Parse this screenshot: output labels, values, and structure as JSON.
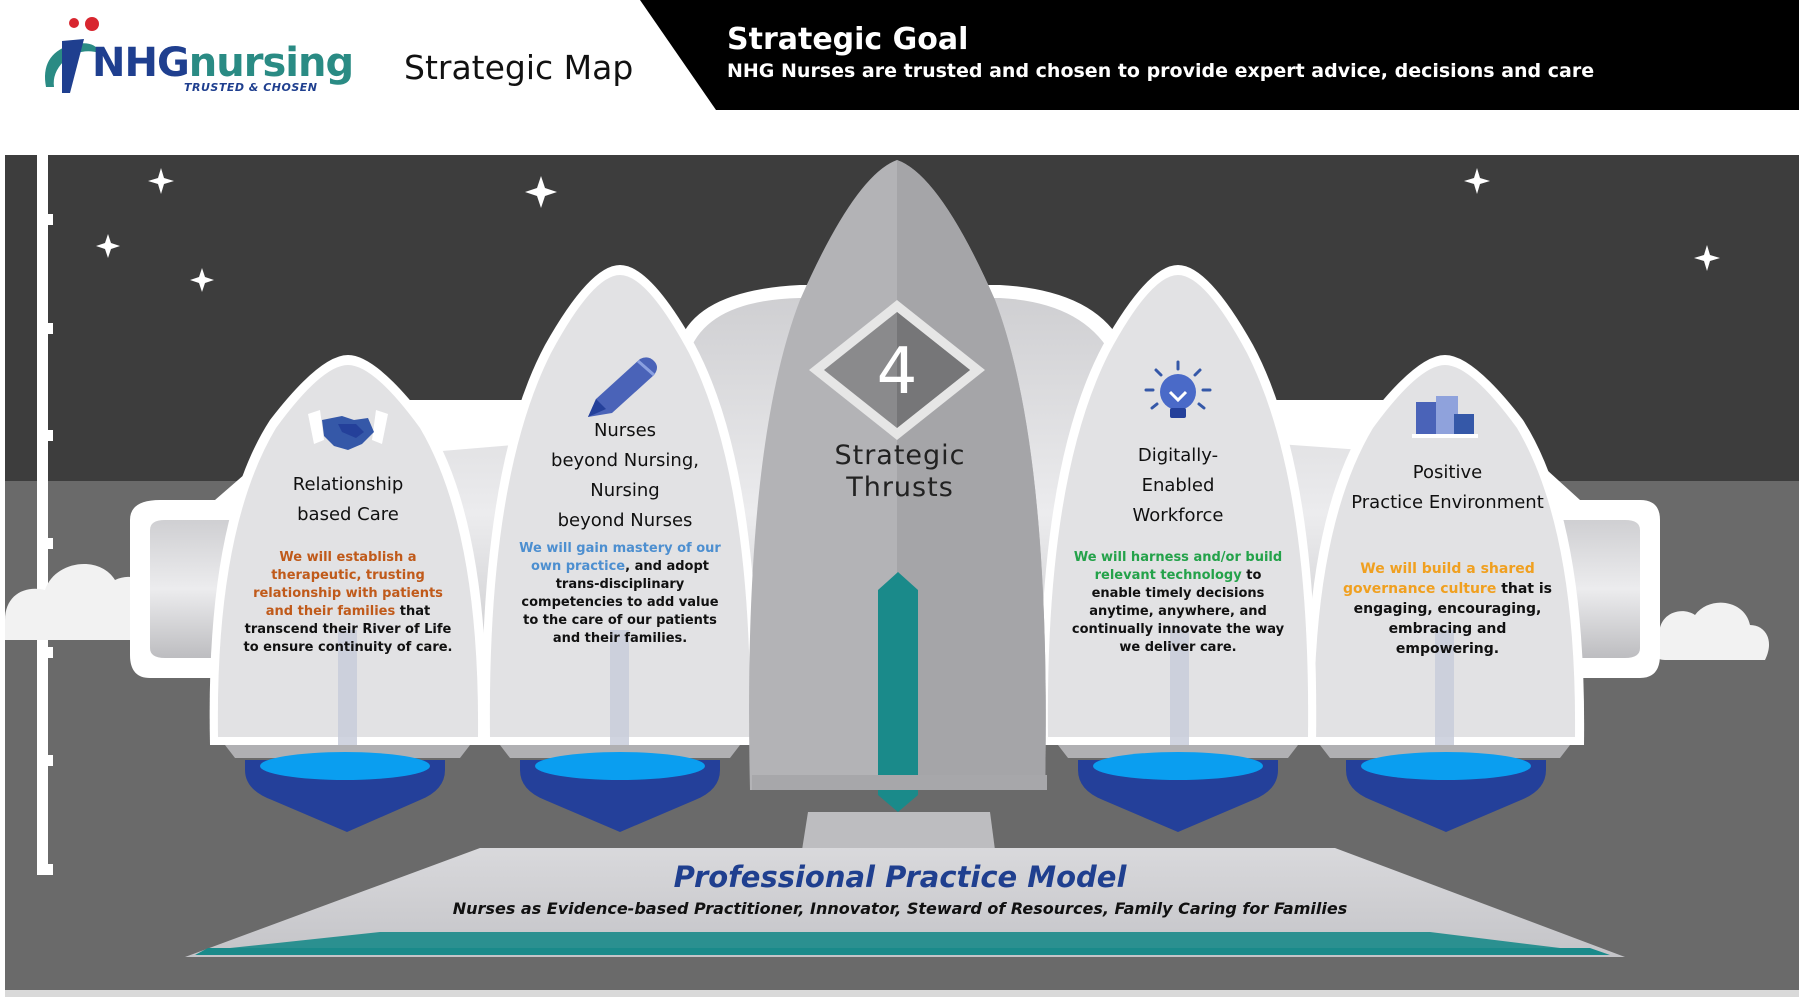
{
  "header": {
    "logo_main": "NHG",
    "logo_brand": "nursing",
    "logo_tagline": "TRUSTED & CHOSEN",
    "map_title": "Strategic Map",
    "goal_title": "Strategic Goal",
    "goal_text": "NHG Nurses are trusted and chosen to provide expert advice, decisions and care"
  },
  "center": {
    "number": "4",
    "title_line1": "Strategic",
    "title_line2": "Thrusts"
  },
  "thrusts": [
    {
      "title_line1": "Relationship",
      "title_line2": "based Care",
      "highlight": "We will establish a therapeutic, trusting relationship with patients and their families",
      "rest": " that transcend their River of Life to ensure continuity of care."
    },
    {
      "title_line1": "Nurses",
      "title_line2": "beyond Nursing,",
      "title_line3": "Nursing",
      "title_line4": "beyond Nurses",
      "highlight": "We will gain mastery of our own practice",
      "rest": ", and adopt trans-disciplinary competencies to add value to the care of our patients and their families."
    },
    {
      "title_line1": "Digitally-",
      "title_line2": "Enabled",
      "title_line3": "Workforce",
      "highlight": "We will harness and/or build relevant technology",
      "rest": " to enable timely decisions anytime, anywhere, and continually innovate the way we deliver care."
    },
    {
      "title_line1": "Positive",
      "title_line2": "Practice Environment",
      "highlight": "We will build a shared governance culture",
      "rest": " that is engaging, encouraging, embracing and empowering."
    }
  ],
  "base": {
    "title": "Professional Practice Model",
    "subtitle": "Nurses as Evidence-based Practitioner, Innovator, Steward of Resources, Family Caring for Families"
  },
  "colors": {
    "teal": "#1a8a8a",
    "navy": "#1f3f8f",
    "orange": "#c05a1a",
    "sky": "#4d8fd0",
    "green": "#24a24a",
    "amber": "#f0a020",
    "flame_outer": "#24409a",
    "flame_inner": "#0a9ef0"
  },
  "icons": [
    "handshake-icon",
    "pencil-icon",
    "lightbulb-icon",
    "bar-chart-icon",
    "star-icon",
    "cloud-icon"
  ]
}
